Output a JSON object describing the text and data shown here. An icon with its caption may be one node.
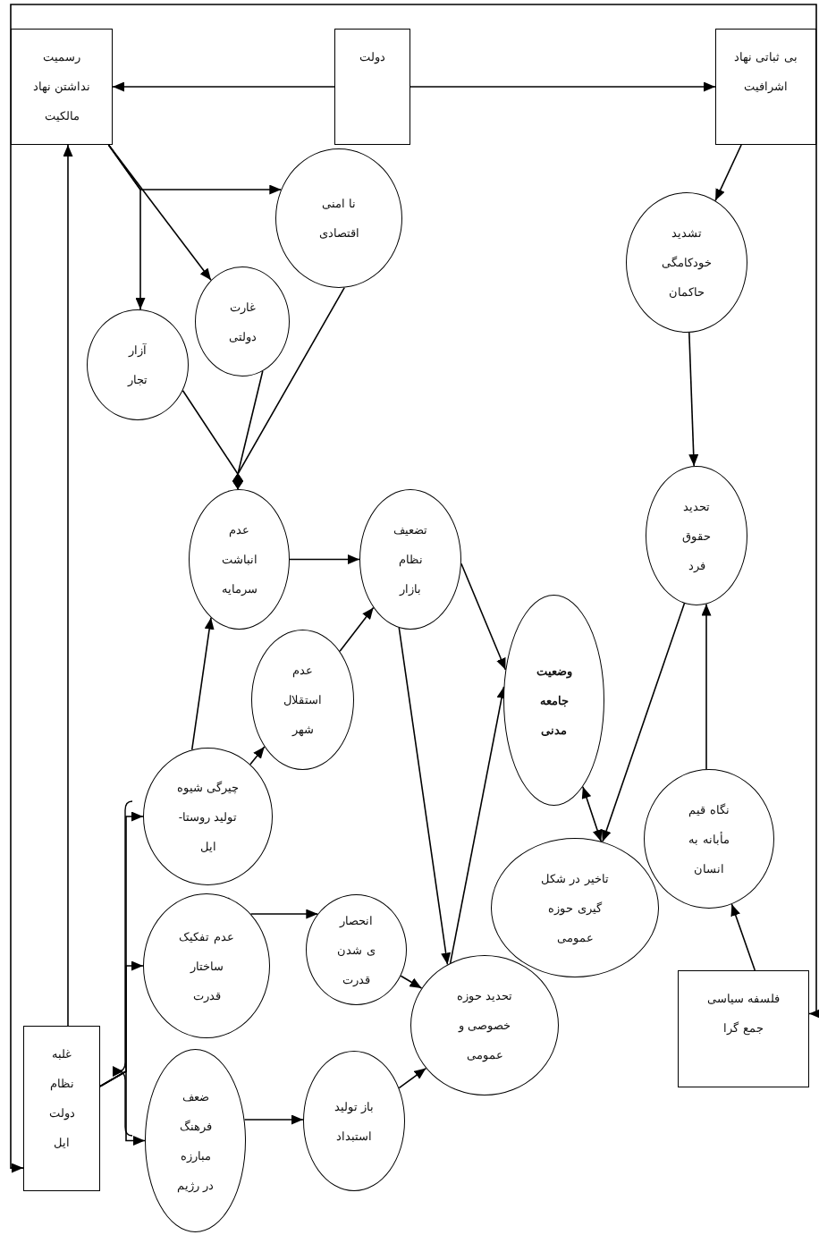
{
  "diagram": {
    "nodes": [
      {
        "text": [
          "دولت"
        ]
      },
      {
        "text": [
          "رسمیت نداشتن نهاد مالکیت"
        ]
      },
      {
        "text": [
          "بی ثباتی نهاد اشرافیت"
        ]
      },
      {
        "text": [
          "نا امنی اقتصادی"
        ]
      },
      {
        "text": [
          "غارت دولتی"
        ]
      },
      {
        "text": [
          "آزار تجار"
        ]
      },
      {
        "text": [
          "تشدید خودکامگی حاکمان"
        ]
      },
      {
        "text": [
          "عدم انباشت سرمایه"
        ]
      },
      {
        "text": [
          "تضعیف نظام بازار"
        ]
      },
      {
        "text": [
          "عدم استقلال شهر"
        ]
      },
      {
        "text": [
          "تحدید حقوق فرد"
        ]
      },
      {
        "text": [
          "وضعیت جامعه مدنی"
        ]
      },
      {
        "text": [
          "چیرگی شیوه تولید روستا- ایل"
        ]
      },
      {
        "text": [
          "نگاه قیم مأبانه به انسان"
        ]
      },
      {
        "text": [
          "تاخیر در شکل گیری حوزه عمومی"
        ]
      },
      {
        "text": [
          "عدم تفکیک ساختار قدرت"
        ]
      },
      {
        "text": [
          "انحصار ی شدن قدرت"
        ]
      },
      {
        "text": [
          "تحدید حوزه خصوصی و عمومی"
        ]
      },
      {
        "text": [
          "فلسفه سیاسی جمع گرا"
        ]
      },
      {
        "text": [
          "غلبه نظام دولت ایل"
        ]
      },
      {
        "text": [
          "ضعف فرهنگ مبارزه در رژیم"
        ]
      },
      {
        "text": [
          "باز تولید استبداد"
        ]
      }
    ],
    "edges": [
      {
        "from": 0,
        "to": 1,
        "arrow": "to"
      },
      {
        "from": 0,
        "to": 2,
        "arrow": "to"
      },
      {
        "from": 1,
        "to": 4,
        "arrow": "to"
      },
      {
        "from": 1,
        "to": 3,
        "arrow": "to"
      },
      {
        "from": 1,
        "to": 5,
        "arrow": "to"
      },
      {
        "from": 2,
        "to": 6,
        "arrow": "to"
      },
      {
        "from": 6,
        "to": 10,
        "arrow": "to"
      },
      {
        "from": 5,
        "to": 7,
        "arrow": "other"
      },
      {
        "from": 4,
        "to": 7,
        "arrow": "other"
      },
      {
        "from": 3,
        "to": 7,
        "arrow": "other"
      },
      {
        "from": 7,
        "to": 8,
        "arrow": "to"
      },
      {
        "from": 9,
        "to": 8,
        "arrow": "to"
      },
      {
        "from": 12,
        "to": 7,
        "arrow": "to"
      },
      {
        "from": 12,
        "to": 9,
        "arrow": "to"
      },
      {
        "from": 8,
        "to": 11,
        "arrow": "to"
      },
      {
        "from": 8,
        "to": 17,
        "arrow": "to"
      },
      {
        "from": 17,
        "to": 11,
        "arrow": "to"
      },
      {
        "from": 11,
        "to": 14,
        "arrow": "both"
      },
      {
        "from": 10,
        "to": 14,
        "arrow": "to"
      },
      {
        "from": 13,
        "to": 10,
        "arrow": "to"
      },
      {
        "from": 18,
        "to": 13,
        "arrow": "to"
      },
      {
        "from": 15,
        "to": 16,
        "arrow": "to"
      },
      {
        "from": 16,
        "to": 17,
        "arrow": "to"
      },
      {
        "from": 20,
        "to": 21,
        "arrow": "to"
      },
      {
        "from": 21,
        "to": 17,
        "arrow": "to"
      },
      {
        "from": 19,
        "to": 12,
        "arrow": "to"
      },
      {
        "from": 19,
        "to": 15,
        "arrow": "to"
      },
      {
        "from": 19,
        "to": 20,
        "arrow": "to"
      },
      {
        "from": 18,
        "to": 19,
        "arrow": "both"
      },
      {
        "from": 19,
        "to": 1,
        "arrow": "to"
      }
    ]
  }
}
